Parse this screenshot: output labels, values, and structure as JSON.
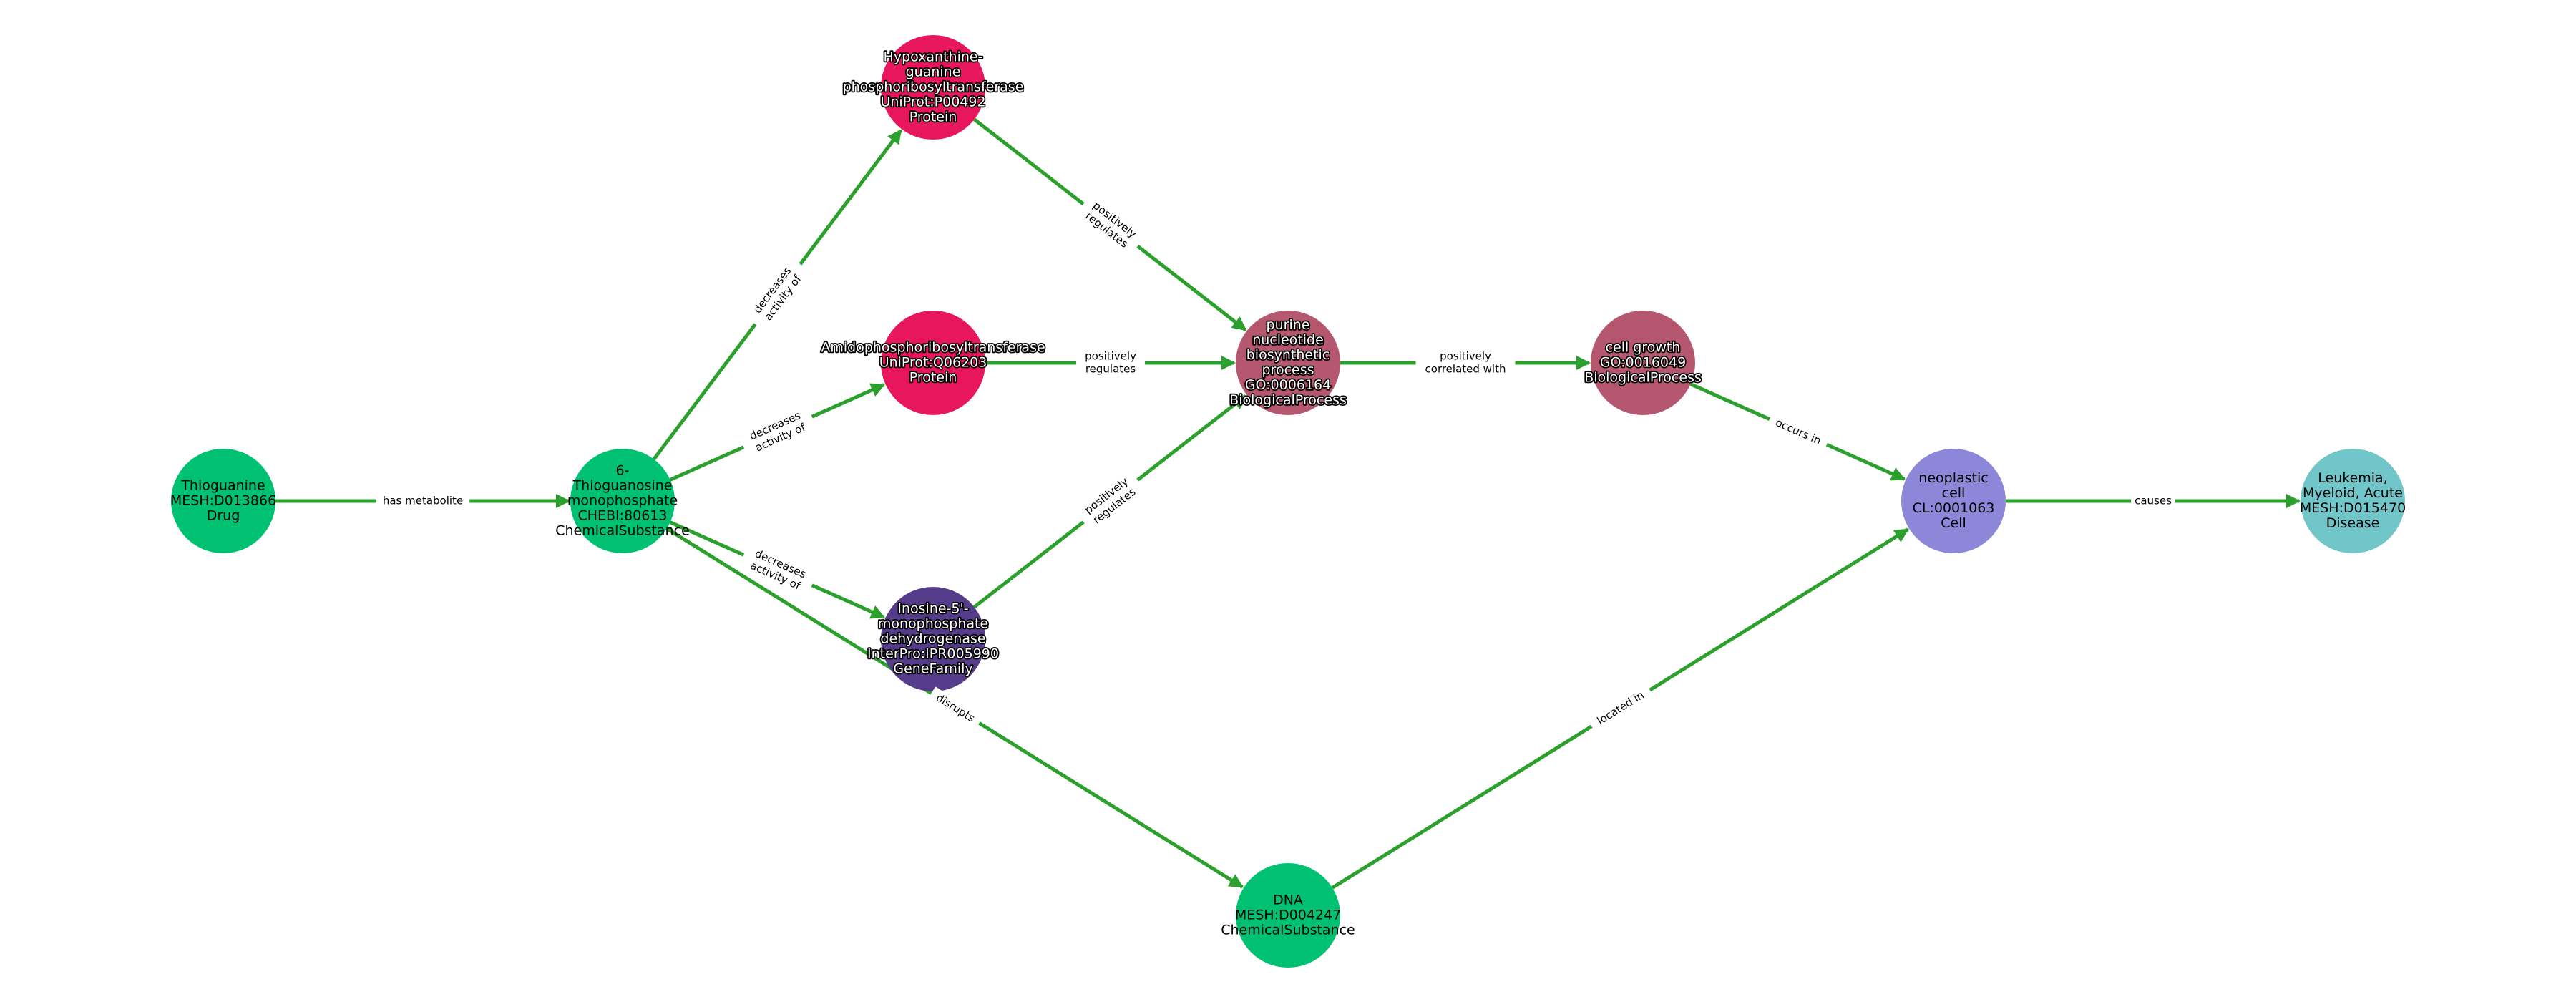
{
  "graph": {
    "edge_color": "#2ca02c",
    "nodes": [
      {
        "id": "thioguanine",
        "lines": [
          "Thioguanine",
          "MESH:D013866",
          "Drug"
        ],
        "color": "#00c171",
        "text_style": "light"
      },
      {
        "id": "tgmp",
        "lines": [
          "6-",
          "Thioguanosine",
          "monophosphate",
          "CHEBI:80613",
          "ChemicalSubstance"
        ],
        "color": "#00c171",
        "text_style": "light"
      },
      {
        "id": "hgprt",
        "lines": [
          "Hypoxanthine-",
          "guanine",
          "phosphoribosyltransferase",
          "UniProt:P00492",
          "Protein"
        ],
        "color": "#e8175d",
        "text_style": "dark"
      },
      {
        "id": "amido",
        "lines": [
          "Amidophosphoribosyltransferase",
          "UniProt:Q06203",
          "Protein"
        ],
        "color": "#e8175d",
        "text_style": "dark"
      },
      {
        "id": "impdh",
        "lines": [
          "Inosine-5'-",
          "monophosphate",
          "dehydrogenase",
          "InterPro:IPR005990",
          "GeneFamily"
        ],
        "color": "#563d8c",
        "text_style": "dark"
      },
      {
        "id": "purine",
        "lines": [
          "purine",
          "nucleotide",
          "biosynthetic",
          "process",
          "GO:0006164",
          "BiologicalProcess"
        ],
        "color": "#b5586f",
        "text_style": "dark"
      },
      {
        "id": "cellgrowth",
        "lines": [
          "cell growth",
          "GO:0016049",
          "BiologicalProcess"
        ],
        "color": "#b5586f",
        "text_style": "dark"
      },
      {
        "id": "neoplastic",
        "lines": [
          "neoplastic",
          "cell",
          "CL:0001063",
          "Cell"
        ],
        "color": "#8c87d8",
        "text_style": "light"
      },
      {
        "id": "leukemia",
        "lines": [
          "Leukemia,",
          "Myeloid, Acute",
          "MESH:D015470",
          "Disease"
        ],
        "color": "#71c6c9",
        "text_style": "light"
      },
      {
        "id": "dna",
        "lines": [
          "DNA",
          "MESH:D004247",
          "ChemicalSubstance"
        ],
        "color": "#00c171",
        "text_style": "light"
      }
    ],
    "edges": [
      {
        "source": "thioguanine",
        "target": "tgmp",
        "lines": [
          "has metabolite"
        ]
      },
      {
        "source": "tgmp",
        "target": "hgprt",
        "lines": [
          "decreases",
          "activity of"
        ]
      },
      {
        "source": "tgmp",
        "target": "amido",
        "lines": [
          "decreases",
          "activity of"
        ]
      },
      {
        "source": "tgmp",
        "target": "impdh",
        "lines": [
          "decreases",
          "activity of"
        ]
      },
      {
        "source": "tgmp",
        "target": "dna",
        "lines": [
          "disrupts"
        ]
      },
      {
        "source": "hgprt",
        "target": "purine",
        "lines": [
          "positively",
          "regulates"
        ]
      },
      {
        "source": "amido",
        "target": "purine",
        "lines": [
          "positively",
          "regulates"
        ]
      },
      {
        "source": "impdh",
        "target": "purine",
        "lines": [
          "positively",
          "regulates"
        ]
      },
      {
        "source": "purine",
        "target": "cellgrowth",
        "lines": [
          "positively",
          "correlated with"
        ]
      },
      {
        "source": "cellgrowth",
        "target": "neoplastic",
        "lines": [
          "occurs in"
        ]
      },
      {
        "source": "dna",
        "target": "neoplastic",
        "lines": [
          "located in"
        ]
      },
      {
        "source": "neoplastic",
        "target": "leukemia",
        "lines": [
          "causes"
        ]
      }
    ]
  }
}
